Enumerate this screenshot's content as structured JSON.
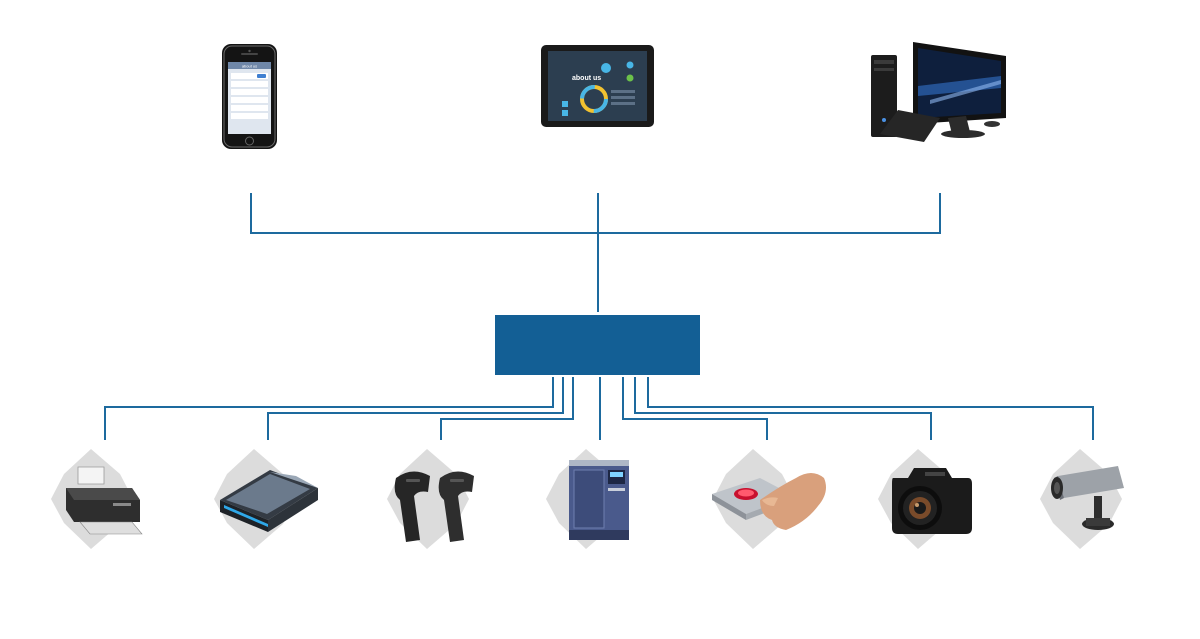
{
  "colors": {
    "background": "#ffffff",
    "connector": "#1d6a9e",
    "hub": "#135f95",
    "hexagon": "#dcdcdc"
  },
  "top_devices": [
    {
      "name": "smartphone",
      "icon": "smartphone-icon",
      "screen_text": "about us"
    },
    {
      "name": "tablet",
      "icon": "tablet-icon",
      "screen_text": "about us"
    },
    {
      "name": "desktop-computer",
      "icon": "desktop-computer-icon"
    }
  ],
  "hub": {
    "label": ""
  },
  "bottom_devices": [
    {
      "name": "printer",
      "icon": "printer-icon"
    },
    {
      "name": "scanner",
      "icon": "scanner-icon"
    },
    {
      "name": "barcode-scanner",
      "icon": "barcode-scanner-icon"
    },
    {
      "name": "environmental-test-chamber",
      "icon": "test-chamber-icon"
    },
    {
      "name": "fingerprint-reader",
      "icon": "fingerprint-reader-icon"
    },
    {
      "name": "camera",
      "icon": "camera-icon"
    },
    {
      "name": "security-camera",
      "icon": "security-camera-icon"
    }
  ]
}
